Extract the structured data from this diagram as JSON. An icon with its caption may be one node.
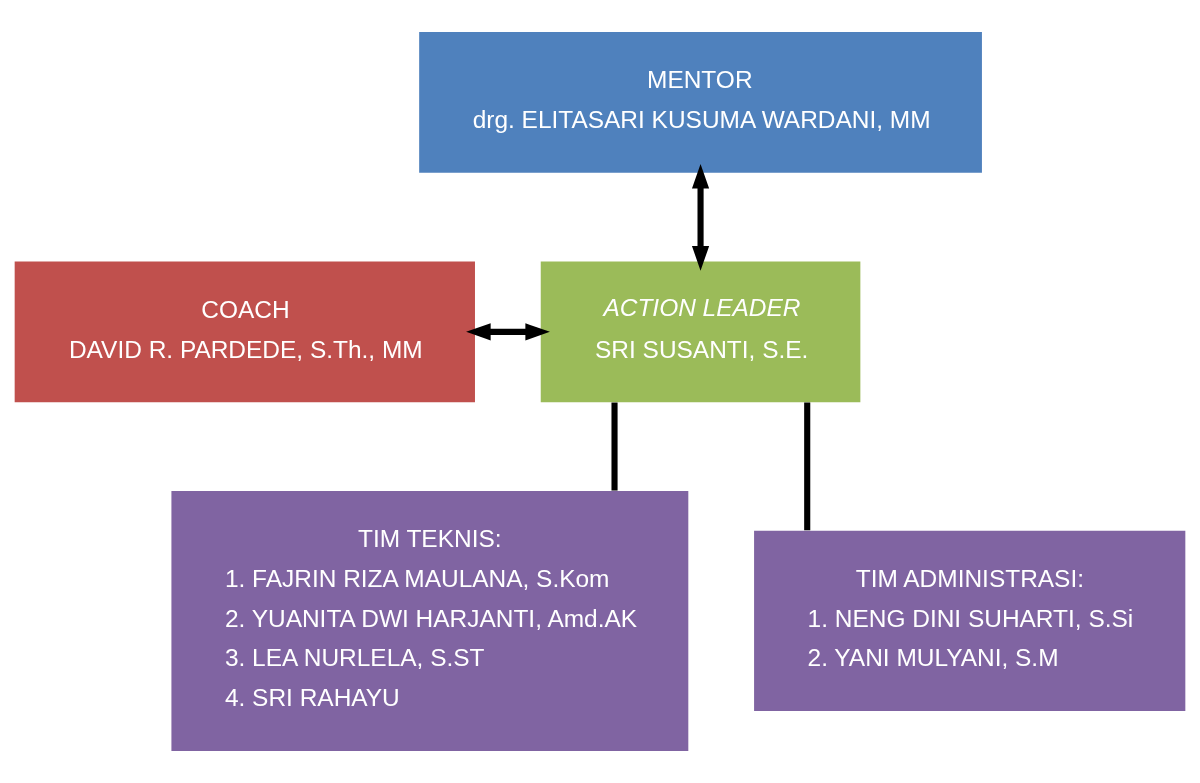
{
  "diagram": {
    "nodes": [
      {
        "text": [
          "MENTOR",
          "drg. ELITASARI KUSUMA WARDANI, MM"
        ]
      },
      {
        "text": [
          "COACH",
          "DAVID R. PARDEDE, S.Th., MM"
        ]
      },
      {
        "text": [
          "ACTION LEADER",
          "SRI SUSANTI, S.E."
        ]
      },
      {
        "text": [
          "TIM TEKNIS:",
          "1. FAJRIN RIZA MAULANA, S.Kom",
          "2. YUANITA DWI HARJANTI, Amd.AK",
          "3. LEA NURLELA, S.ST",
          "4. SRI RAHAYU"
        ]
      },
      {
        "text": [
          "TIM ADMINISTRASI:",
          "1. NENG DINI SUHARTI, S.Si",
          "2. YANI MULYANI, S.M"
        ]
      }
    ],
    "edges": [
      {
        "from": 0,
        "to": 2,
        "arrow": "both"
      },
      {
        "from": 1,
        "to": 2,
        "arrow": "both"
      },
      {
        "from": 2,
        "to": 3,
        "arrow": "none"
      },
      {
        "from": 2,
        "to": 4,
        "arrow": "none"
      }
    ]
  }
}
